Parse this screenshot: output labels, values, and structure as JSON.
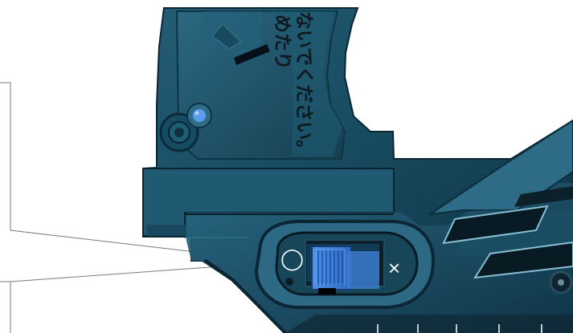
{
  "figure": {
    "type": "device-detail-illustration",
    "subject": "switch-and-caution-label",
    "caution_label": {
      "line_1": "めたり",
      "line_2": "ないでください。"
    },
    "switch_marks": {
      "left": "◯",
      "right": "×"
    },
    "colors": {
      "body_dark": "#0c3142",
      "body_mid": "#1b5267",
      "body_light": "#4b7f94",
      "switch_blue": "#3f7fd4",
      "switch_highlight": "#7fb0ef",
      "leader_line": "#7a7a7a"
    },
    "icons": {
      "screw": "screw-icon",
      "switch": "slider-switch-icon"
    }
  }
}
